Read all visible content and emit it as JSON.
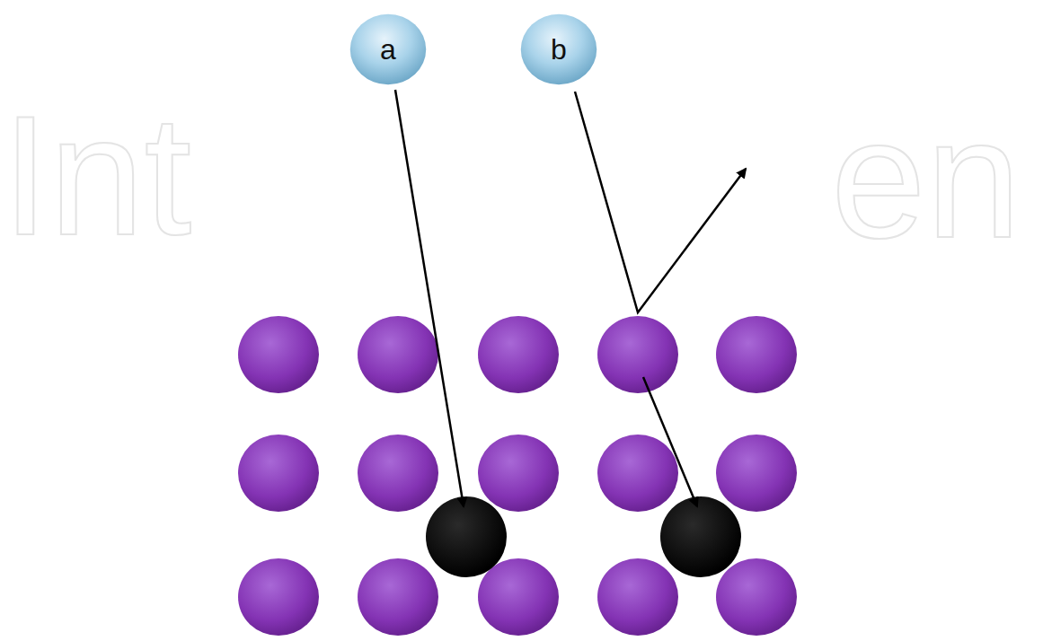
{
  "diagram": {
    "nodes": [
      {
        "text": [
          "a"
        ]
      },
      {
        "text": [
          "b"
        ]
      }
    ],
    "edges": [],
    "labels": [
      "Int",
      "en"
    ]
  }
}
